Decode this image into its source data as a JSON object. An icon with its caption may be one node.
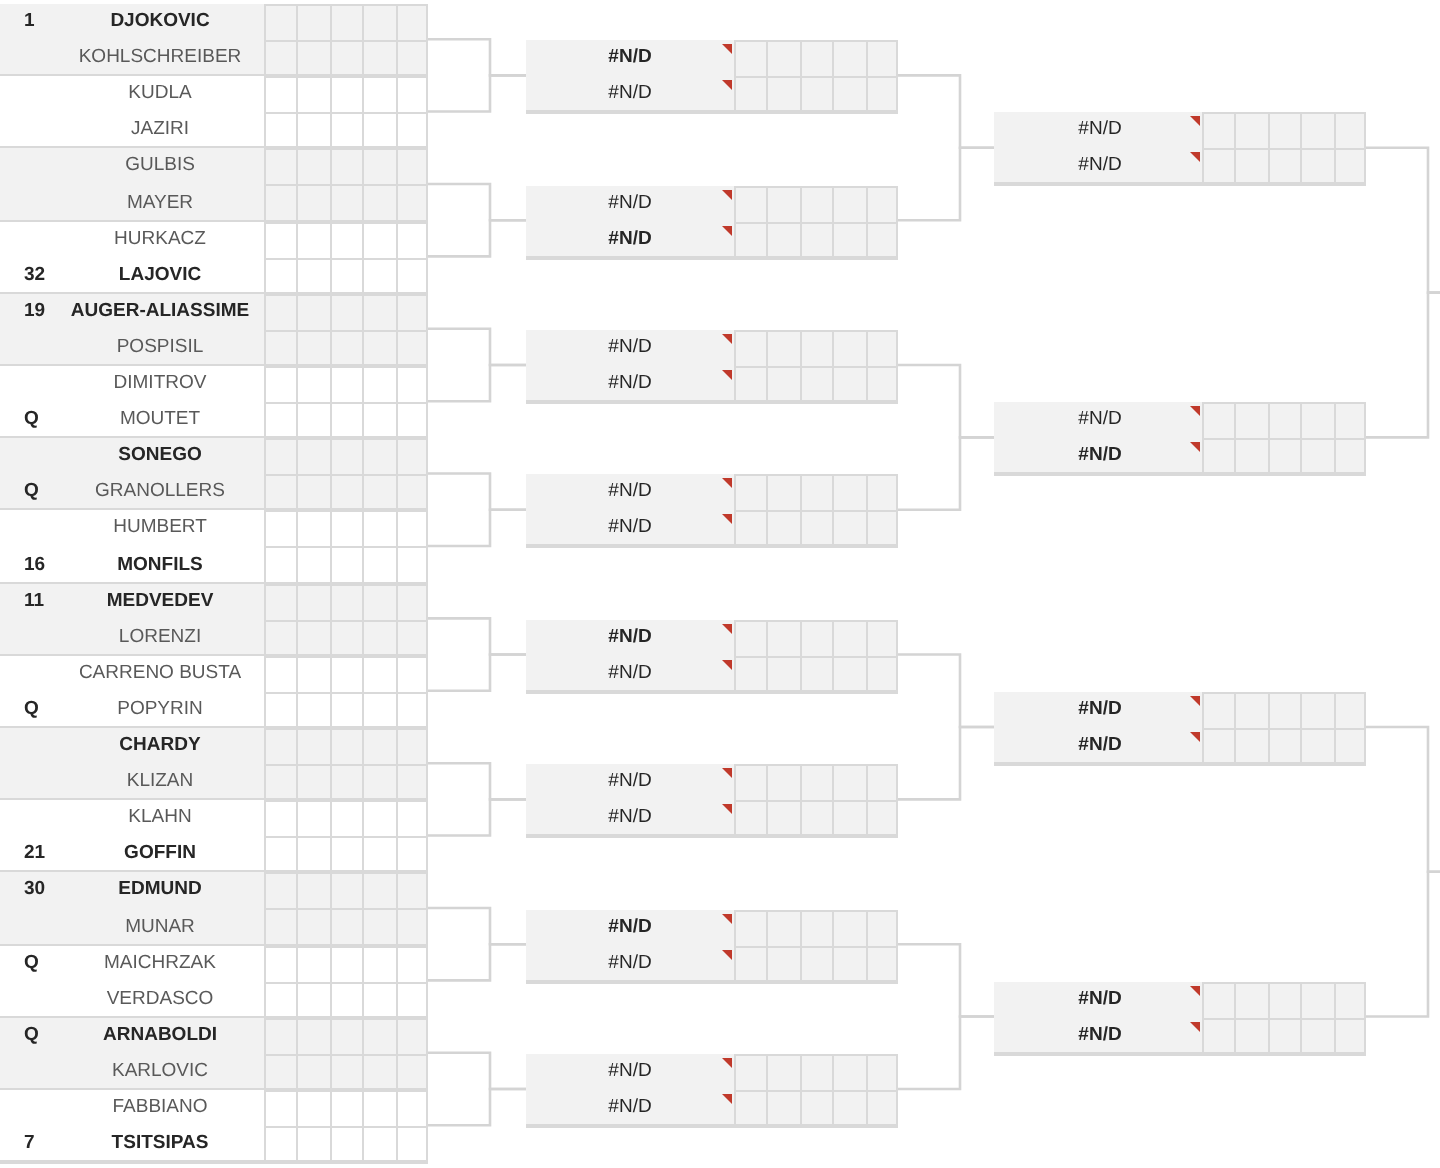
{
  "diagram": {
    "nodes": [
      {
        "text": [],
        "shape": "box"
      },
      {
        "text": [
          "1",
          "DJOKOVIC"
        ],
        "in": 0
      },
      {
        "text": [
          "KOHLSCHREIBER"
        ],
        "in": 0
      },
      {
        "text": [],
        "shape": "box"
      },
      {
        "text": [
          "KUDLA"
        ],
        "in": 3
      },
      {
        "text": [
          "JAZIRI"
        ],
        "in": 3
      },
      {
        "text": [],
        "shape": "box"
      },
      {
        "text": [
          "GULBIS"
        ],
        "in": 6
      },
      {
        "text": [
          "MAYER"
        ],
        "in": 6
      },
      {
        "text": [],
        "shape": "box"
      },
      {
        "text": [
          "HURKACZ"
        ],
        "in": 9
      },
      {
        "text": [
          "32",
          "LAJOVIC"
        ],
        "in": 9
      },
      {
        "text": [],
        "shape": "box"
      },
      {
        "text": [
          "19",
          "AUGER-ALIASSIME"
        ],
        "in": 12
      },
      {
        "text": [
          "POSPISIL"
        ],
        "in": 12
      },
      {
        "text": [],
        "shape": "box"
      },
      {
        "text": [
          "DIMITROV"
        ],
        "in": 15
      },
      {
        "text": [
          "Q",
          "MOUTET"
        ],
        "in": 15
      },
      {
        "text": [],
        "shape": "box"
      },
      {
        "text": [
          "SONEGO"
        ],
        "in": 18
      },
      {
        "text": [
          "Q",
          "GRANOLLERS"
        ],
        "in": 18
      },
      {
        "text": [],
        "shape": "box"
      },
      {
        "text": [
          "HUMBERT"
        ],
        "in": 21
      },
      {
        "text": [
          "16",
          "MONFILS"
        ],
        "in": 21
      },
      {
        "text": [],
        "shape": "box"
      },
      {
        "text": [
          "11",
          "MEDVEDEV"
        ],
        "in": 24
      },
      {
        "text": [
          "LORENZI"
        ],
        "in": 24
      },
      {
        "text": [],
        "shape": "box"
      },
      {
        "text": [
          "CARRENO BUSTA"
        ],
        "in": 27
      },
      {
        "text": [
          "Q",
          "POPYRIN"
        ],
        "in": 27
      },
      {
        "text": [],
        "shape": "box"
      },
      {
        "text": [
          "CHARDY"
        ],
        "in": 30
      },
      {
        "text": [
          "KLIZAN"
        ],
        "in": 30
      },
      {
        "text": [],
        "shape": "box"
      },
      {
        "text": [
          "KLAHN"
        ],
        "in": 33
      },
      {
        "text": [
          "21",
          "GOFFIN"
        ],
        "in": 33
      },
      {
        "text": [],
        "shape": "box"
      },
      {
        "text": [
          "30",
          "EDMUND"
        ],
        "in": 36
      },
      {
        "text": [
          "MUNAR"
        ],
        "in": 36
      },
      {
        "text": [],
        "shape": "box"
      },
      {
        "text": [
          "Q",
          "MAICHRZAK"
        ],
        "in": 39
      },
      {
        "text": [
          "VERDASCO"
        ],
        "in": 39
      },
      {
        "text": [],
        "shape": "box"
      },
      {
        "text": [
          "Q",
          "ARNABOLDI"
        ],
        "in": 42
      },
      {
        "text": [
          "KARLOVIC"
        ],
        "in": 42
      },
      {
        "text": [],
        "shape": "box"
      },
      {
        "text": [
          "FABBIANO"
        ],
        "in": 45
      },
      {
        "text": [
          "7",
          "TSITSIPAS"
        ],
        "in": 45
      },
      {
        "text": [
          "#N/D",
          "#N/D"
        ]
      },
      {
        "text": [
          "#N/D",
          "#N/D"
        ]
      },
      {
        "text": [
          "#N/D",
          "#N/D"
        ]
      },
      {
        "text": [
          "#N/D",
          "#N/D"
        ]
      },
      {
        "text": [
          "#N/D",
          "#N/D"
        ]
      },
      {
        "text": [
          "#N/D",
          "#N/D"
        ]
      },
      {
        "text": [
          "#N/D",
          "#N/D"
        ]
      },
      {
        "text": [
          "#N/D",
          "#N/D"
        ]
      },
      {
        "text": [
          "#N/D",
          "#N/D"
        ]
      },
      {
        "text": [
          "#N/D",
          "#N/D"
        ]
      },
      {
        "text": [
          "#N/D",
          "#N/D"
        ]
      },
      {
        "text": [
          "#N/D",
          "#N/D"
        ]
      }
    ],
    "edges": [
      {
        "from": 0,
        "to": 48,
        "arrow": "none"
      },
      {
        "from": 3,
        "to": 48,
        "arrow": "none"
      },
      {
        "from": 6,
        "to": 49,
        "arrow": "none"
      },
      {
        "from": 9,
        "to": 49,
        "arrow": "none"
      },
      {
        "from": 12,
        "to": 50,
        "arrow": "none"
      },
      {
        "from": 15,
        "to": 50,
        "arrow": "none"
      },
      {
        "from": 18,
        "to": 51,
        "arrow": "none"
      },
      {
        "from": 21,
        "to": 51,
        "arrow": "none"
      },
      {
        "from": 24,
        "to": 52,
        "arrow": "none"
      },
      {
        "from": 27,
        "to": 52,
        "arrow": "none"
      },
      {
        "from": 30,
        "to": 53,
        "arrow": "none"
      },
      {
        "from": 33,
        "to": 53,
        "arrow": "none"
      },
      {
        "from": 36,
        "to": 54,
        "arrow": "none"
      },
      {
        "from": 39,
        "to": 54,
        "arrow": "none"
      },
      {
        "from": 42,
        "to": 55,
        "arrow": "none"
      },
      {
        "from": 45,
        "to": 55,
        "arrow": "none"
      },
      {
        "from": 48,
        "to": 56,
        "arrow": "none"
      },
      {
        "from": 49,
        "to": 56,
        "arrow": "none"
      },
      {
        "from": 50,
        "to": 57,
        "arrow": "none"
      },
      {
        "from": 51,
        "to": 57,
        "arrow": "none"
      },
      {
        "from": 52,
        "to": 58,
        "arrow": "none"
      },
      {
        "from": 53,
        "to": 58,
        "arrow": "none"
      },
      {
        "from": 54,
        "to": 59,
        "arrow": "none"
      },
      {
        "from": 55,
        "to": 59,
        "arrow": "none"
      },
      {
        "from": 56,
        "to": null,
        "arrow": "none"
      },
      {
        "from": 57,
        "to": null,
        "arrow": "none"
      },
      {
        "from": 58,
        "to": null,
        "arrow": "none"
      },
      {
        "from": 59,
        "to": null,
        "arrow": "none"
      }
    ]
  }
}
